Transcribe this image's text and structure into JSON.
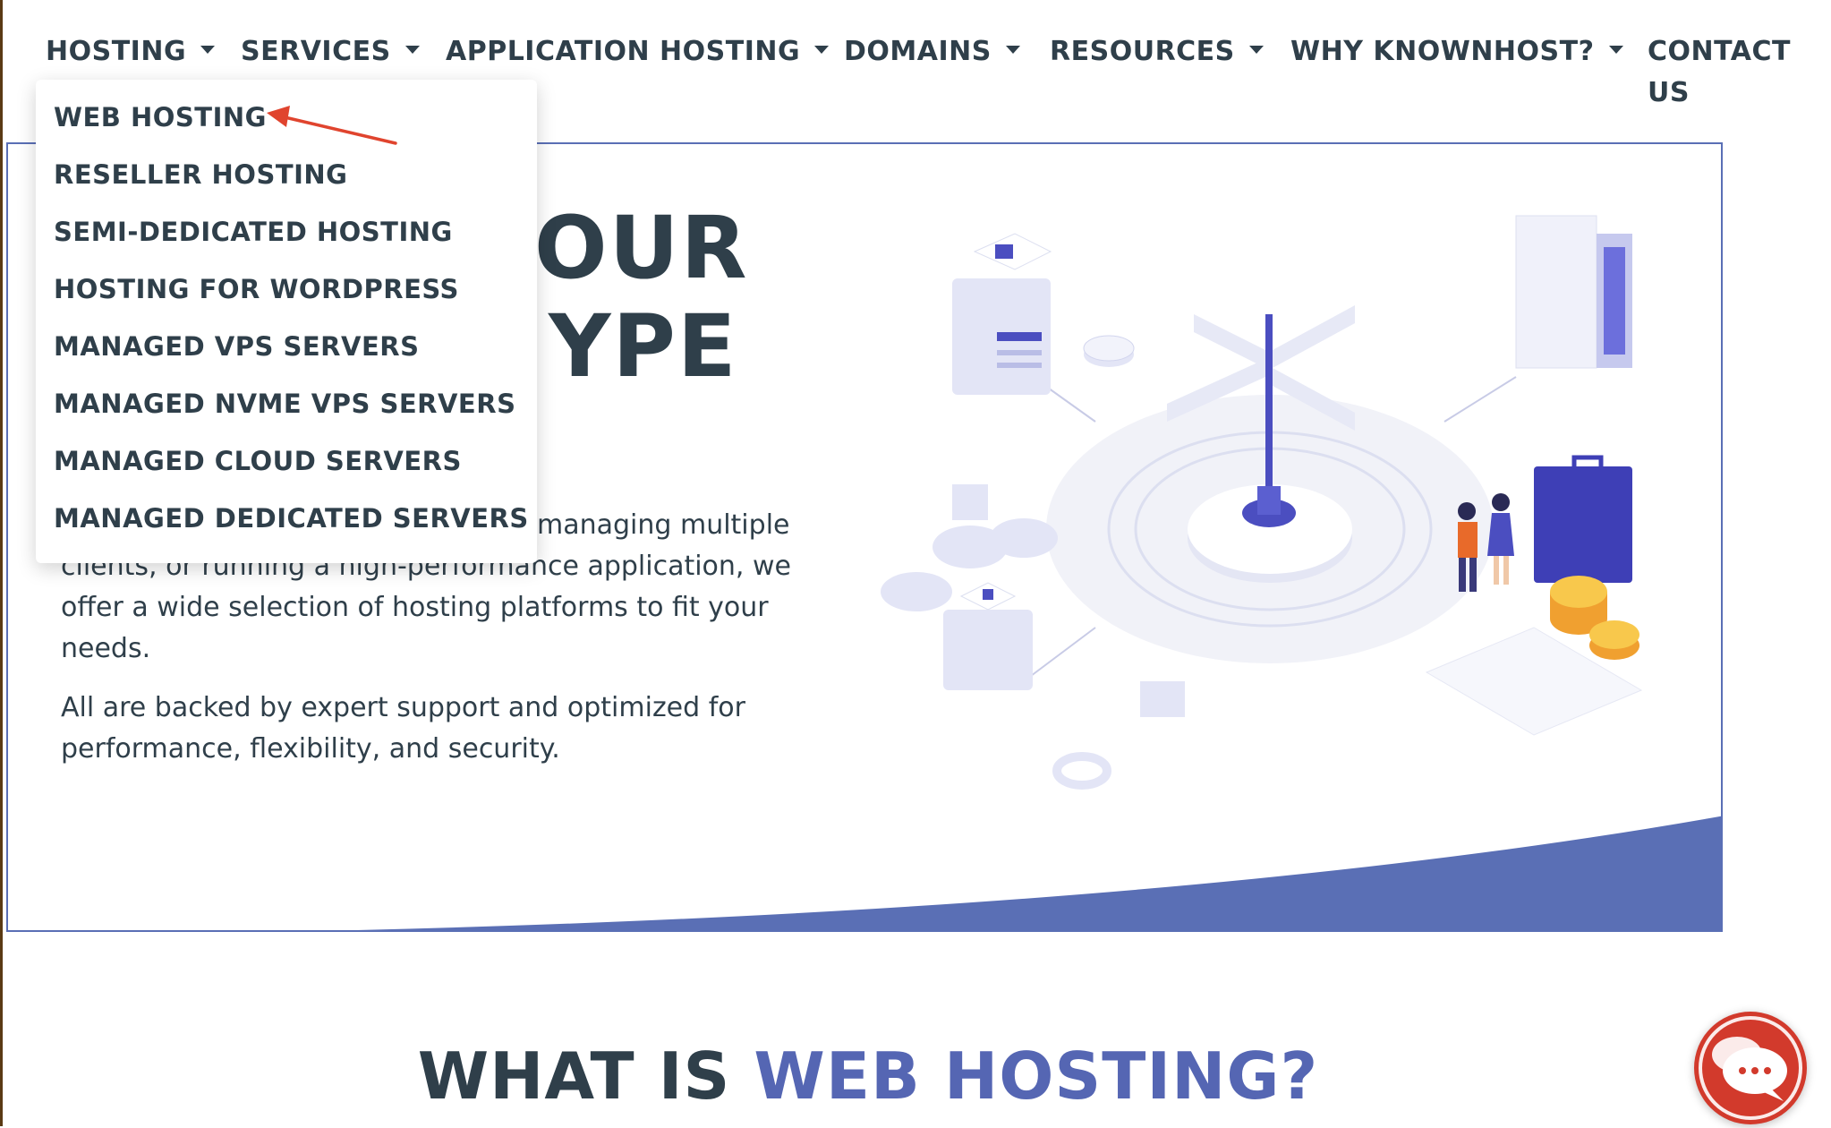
{
  "nav": {
    "items": [
      {
        "label": "HOSTING",
        "has_caret": true
      },
      {
        "label": "SERVICES",
        "has_caret": true
      },
      {
        "label": "APPLICATION HOSTING",
        "has_caret": true
      },
      {
        "label": "DOMAINS",
        "has_caret": true
      },
      {
        "label": "RESOURCES",
        "has_caret": true
      },
      {
        "label": "WHY KNOWNHOST?",
        "has_caret": true
      }
    ],
    "contact_line1": "CONTACT",
    "contact_line2": "US"
  },
  "dropdown": {
    "items": [
      "WEB HOSTING",
      "RESELLER HOSTING",
      "SEMI-DEDICATED HOSTING",
      "HOSTING FOR WORDPRESS",
      "MANAGED VPS SERVERS",
      "MANAGED NVME VPS SERVERS",
      "MANAGED CLOUD SERVERS",
      "MANAGED DEDICATED SERVERS"
    ]
  },
  "hero": {
    "title_line1_visible": "OUR",
    "title_line2_visible": "YPE",
    "para1_line1_visible": "managing multiple",
    "para1_line2": "clients, or running a high-performance application, we",
    "para1_line3": "offer a wide selection of hosting platforms to fit your",
    "para1_line4": "needs.",
    "para2_line1": "All are backed by expert support and optimized for",
    "para2_line2": "performance, flexibility, and security."
  },
  "section": {
    "heading_part1": "WHAT IS ",
    "heading_accent": "WEB HOSTING?"
  },
  "colors": {
    "text": "#2f3f4a",
    "accent": "#5566b3",
    "wave": "#5a6fb5",
    "annotation_arrow": "#e0442e",
    "chat": "#d23a2c"
  },
  "icons": {
    "caret": "caret-down-icon",
    "chat": "chat-bubble-icon",
    "annotation": "annotation-arrow-icon"
  }
}
